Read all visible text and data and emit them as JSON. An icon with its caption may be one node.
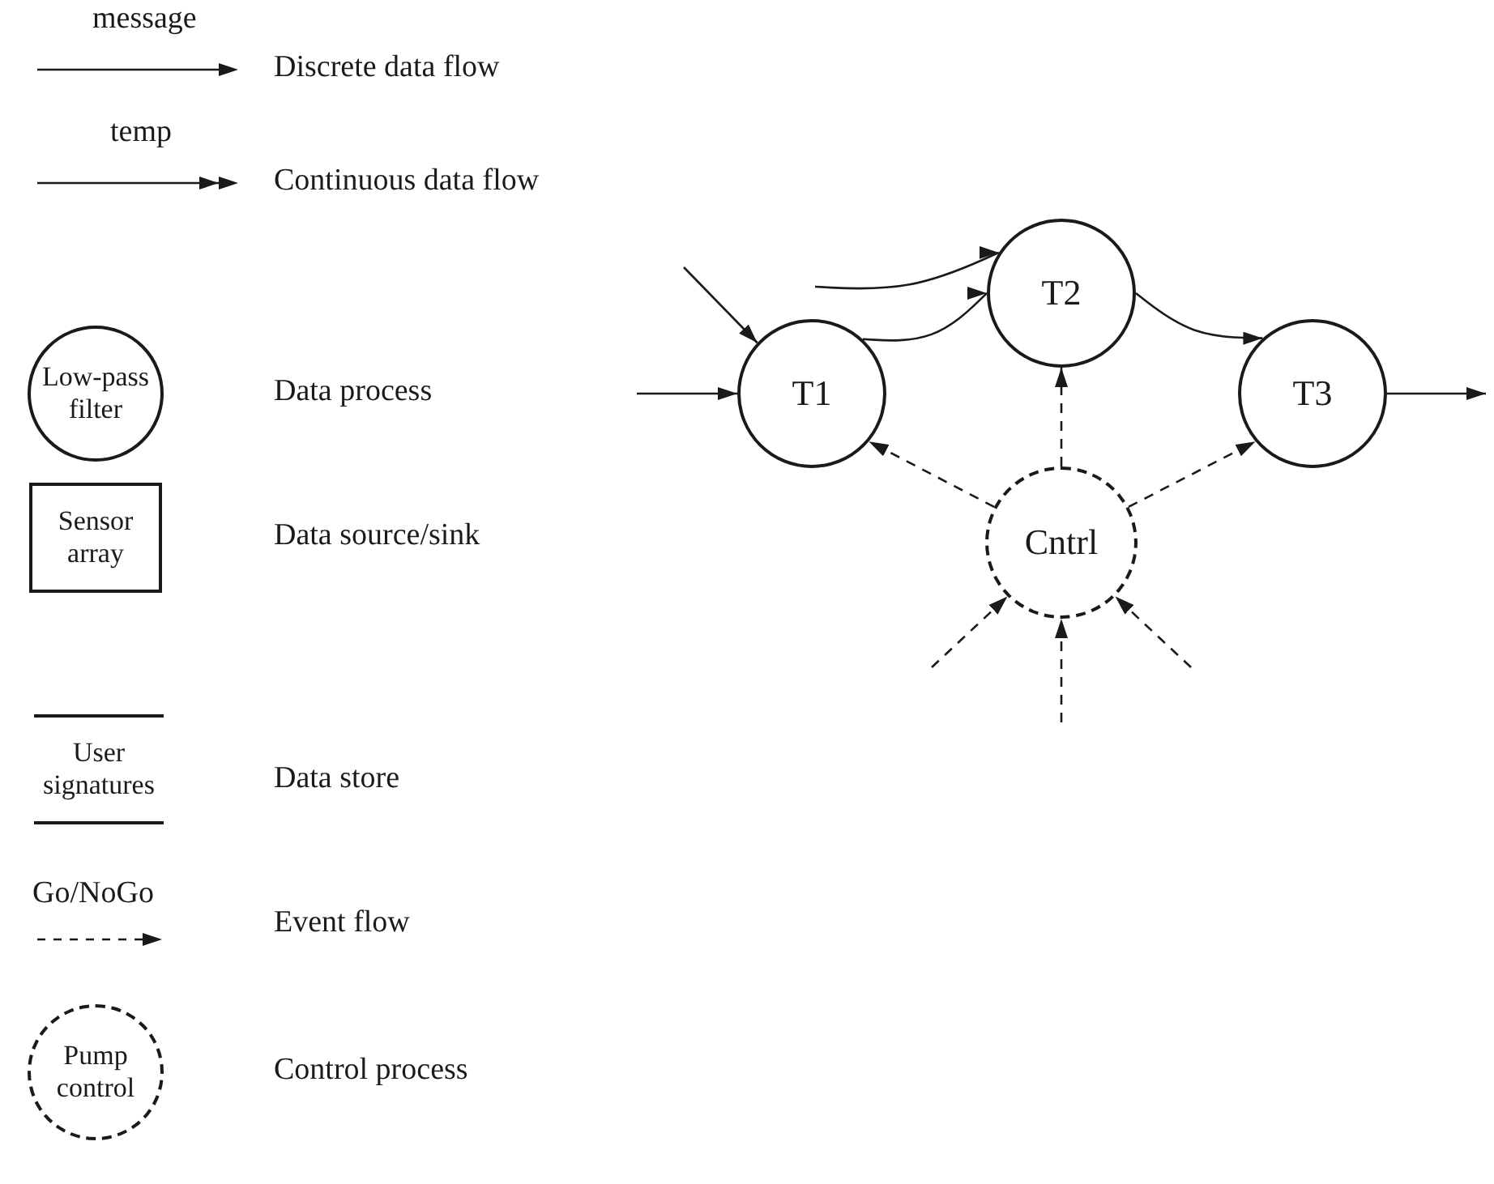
{
  "diagram": {
    "nodes": [
      {
        "text": [
          "Low-pass filter"
        ]
      },
      {
        "text": [
          "Sensor array"
        ]
      },
      {
        "text": [
          "User signatures"
        ]
      },
      {
        "text": [
          "Pump control"
        ]
      },
      {
        "text": [
          "T1"
        ]
      },
      {
        "text": [
          "T2"
        ]
      },
      {
        "text": [
          "T3"
        ]
      },
      {
        "text": [
          "Cntrl"
        ]
      }
    ],
    "edges": [
      {
        "from": null,
        "to": 4,
        "arrow": "to"
      },
      {
        "from": null,
        "to": 4,
        "arrow": "to"
      },
      {
        "from": null,
        "to": 5,
        "arrow": "to"
      },
      {
        "from": 4,
        "to": 5,
        "arrow": "to"
      },
      {
        "from": 5,
        "to": 6,
        "arrow": "to"
      },
      {
        "from": 6,
        "to": null,
        "arrow": "to"
      },
      {
        "from": 7,
        "to": 4,
        "arrow": "to",
        "style": "dashed"
      },
      {
        "from": 7,
        "to": 5,
        "arrow": "to",
        "style": "dashed"
      },
      {
        "from": 7,
        "to": 6,
        "arrow": "to",
        "style": "dashed"
      },
      {
        "from": null,
        "to": 7,
        "arrow": "to",
        "style": "dashed"
      },
      {
        "from": null,
        "to": 7,
        "arrow": "to",
        "style": "dashed"
      },
      {
        "from": null,
        "to": 7,
        "arrow": "to",
        "style": "dashed"
      }
    ],
    "labels": [
      "message",
      "temp",
      "Go/NoGo"
    ],
    "legend": [
      {
        "text": "Discrete data flow"
      },
      {
        "text": "Continuous data flow"
      },
      {
        "text": "Data process"
      },
      {
        "text": "Data source/sink"
      },
      {
        "text": "Data store"
      },
      {
        "text": "Event flow"
      },
      {
        "text": "Control process"
      }
    ]
  }
}
